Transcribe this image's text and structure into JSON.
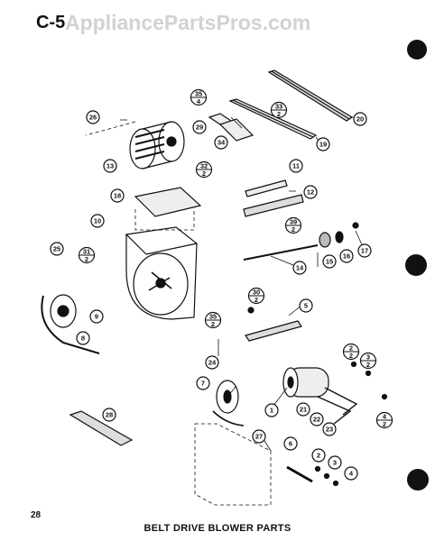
{
  "header": {
    "code": "C-5",
    "site": "AppliancePartsPros.com"
  },
  "footer": {
    "page_number": "28",
    "caption": "BELT DRIVE BLOWER PARTS"
  },
  "callouts": [
    {
      "n": "20"
    },
    {
      "n": "19"
    },
    {
      "n": "29"
    },
    {
      "n": "34"
    },
    {
      "n": "26"
    },
    {
      "n": "13"
    },
    {
      "n": "18"
    },
    {
      "n": "11"
    },
    {
      "n": "12"
    },
    {
      "n": "10"
    },
    {
      "n": "17"
    },
    {
      "n": "16"
    },
    {
      "n": "15"
    },
    {
      "n": "14"
    },
    {
      "n": "25"
    },
    {
      "n": "9"
    },
    {
      "n": "8"
    },
    {
      "n": "5"
    },
    {
      "n": "24"
    },
    {
      "n": "7"
    },
    {
      "n": "1"
    },
    {
      "n": "21"
    },
    {
      "n": "22"
    },
    {
      "n": "23"
    },
    {
      "n": "28"
    },
    {
      "n": "27"
    },
    {
      "n": "6"
    },
    {
      "n": "2"
    },
    {
      "n": "3"
    },
    {
      "n": "4"
    }
  ],
  "fraction_callouts": [
    {
      "top": "35",
      "bottom": "4"
    },
    {
      "top": "33",
      "bottom": "2"
    },
    {
      "top": "32",
      "bottom": "2"
    },
    {
      "top": "39",
      "bottom": "2"
    },
    {
      "top": "31",
      "bottom": "2"
    },
    {
      "top": "30",
      "bottom": "2"
    },
    {
      "top": "35",
      "bottom": "2"
    },
    {
      "top": "2",
      "bottom": "2"
    },
    {
      "top": "3",
      "bottom": "2"
    },
    {
      "top": "4",
      "bottom": "2"
    }
  ]
}
